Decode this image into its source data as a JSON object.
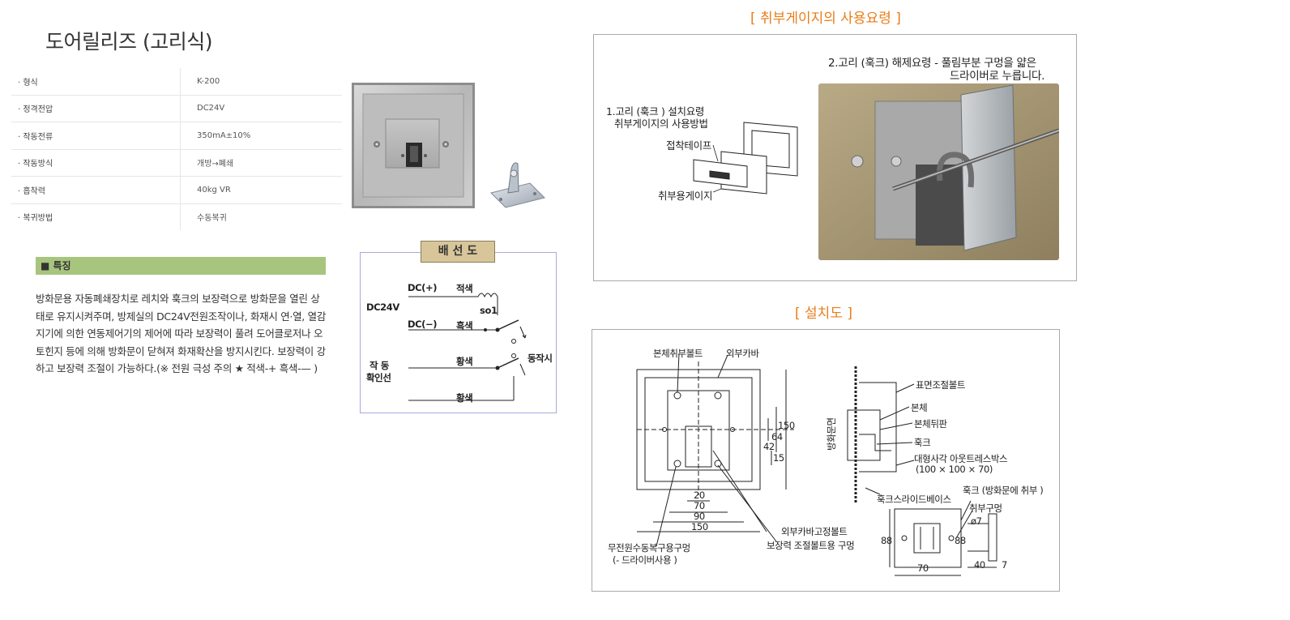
{
  "product": {
    "title": "도어릴리즈 (고리식)",
    "specs": [
      {
        "label": "· 형식",
        "value": "K-200"
      },
      {
        "label": "· 정격전압",
        "value": "DC24V"
      },
      {
        "label": "· 작동전류",
        "value": "350mA±10%"
      },
      {
        "label": "· 작동방식",
        "value": "개방→폐쇄"
      },
      {
        "label": "· 흡착력",
        "value": "40kg VR"
      },
      {
        "label": "· 복귀방법",
        "value": "수동복귀"
      }
    ]
  },
  "features": {
    "heading": "■ 특징",
    "text": "방화문용 자동폐쇄장치로 레치와 훅크의 보장력으로 방화문을 열린 상태로 유지시켜주며, 방제실의 DC24V전원조작이나, 화재시 연·열, 열감지기에 의한 연동제어기의 제어에 따라 보장력이 풀려 도어클로저나 오토힌지 등에 의해 방화문이 닫혀져 화재확산을 방지시킨다. 보장력이 강하고 보장력 조절이 가능하다.(※ 전원 극성 주의 ★ 적색-+ 흑색-— )"
  },
  "wiring": {
    "title": "배 선 도",
    "dc_plus": "DC(+)",
    "dc_minus": "DC(−)",
    "dc24v": "DC24V",
    "red": "적색",
    "black": "흑색",
    "sol": "so1",
    "yellow1": "황색",
    "yellow2": "황색",
    "confirm1": "작 동",
    "confirm2": "확인선",
    "operation": "동작시"
  },
  "usage": {
    "title": "[ 취부게이지의 사용요령 ]",
    "step1_line1": "1.고리 (훅크 ) 설치요령",
    "step1_line2": "취부게이지의 사용방법",
    "tape": "접착테이프",
    "gauge": "취부용게이지",
    "step2_line1": "2.고리 (훅크) 해제요령 - 풀림부분 구멍을 얇은",
    "step2_line2": "드라이버로 누릅니다."
  },
  "install": {
    "title": "[ 설치도 ]",
    "body_bolt": "본체취부볼트",
    "outer_cover": "외부카바",
    "dim150a": "150",
    "dim64": "64",
    "dim42": "42",
    "dim15": "15",
    "dim20": "20",
    "dim70a": "70",
    "dim90": "90",
    "dim150b": "150",
    "no_power": "무전원수동복구용구멍",
    "driver": "(- 드라이버사용 )",
    "outer_fix": "외부카바고정볼트",
    "hold_adjust": "보장력 조절볼트용 구멍",
    "fire_door": "방화문면",
    "surface_bolt": "표면조절볼트",
    "body": "본체",
    "body_back": "본체뒤판",
    "hook": "훅크",
    "outlet_box": "대형사각 아웃트레스박스",
    "outlet_dim": "(100 × 100 × 70)",
    "slide_base": "훅크스라이드베이스",
    "hook_mount": "훅크 (방화문에 취부 )",
    "mount_hole": "취부구멍",
    "phi7": "ø7",
    "dim88a": "88",
    "dim88b": "88",
    "dim70b": "70",
    "dim40": "40",
    "dim7": "7"
  },
  "colors": {
    "accent_orange": "#e97d1a",
    "feature_bar": "#a8c57e",
    "wiring_title_bg": "#d8c69a",
    "wiring_border": "#a9a9e3"
  }
}
